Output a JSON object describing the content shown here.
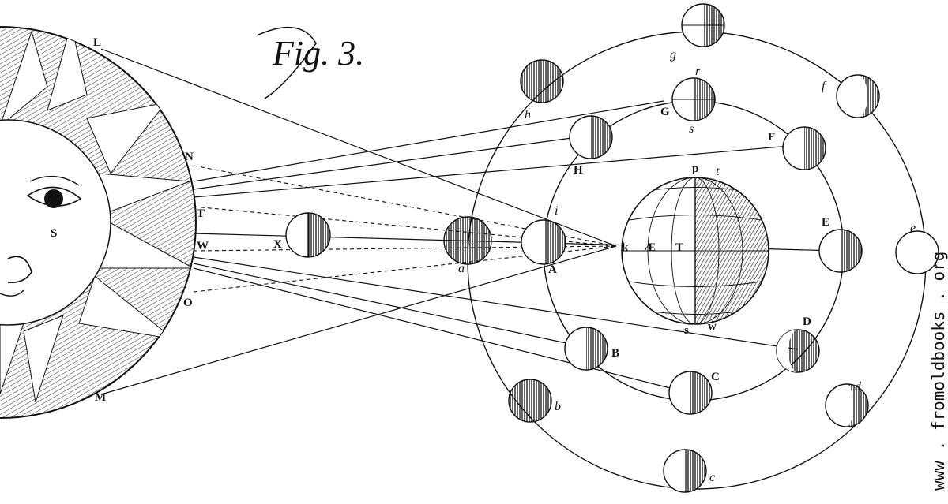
{
  "figure": {
    "caption": "Fig. 3.",
    "sun_label": "S",
    "watermark": "www . fromoldbooks . org",
    "ink_color": "#111111",
    "paper_color": "#ffffff"
  },
  "sun_edge_labels": [
    "L",
    "N",
    "T",
    "W",
    "O",
    "M"
  ],
  "earth_labels": {
    "top_pole": "p",
    "top_right": "t",
    "bottom_pole": "s",
    "bottom_right": "w",
    "left_point": "k",
    "ae": "Æ",
    "center": "T"
  },
  "moon_orbit_labels": [
    "A",
    "B",
    "C",
    "D",
    "E",
    "F",
    "G",
    "H",
    "i",
    "r",
    "s",
    "X"
  ],
  "outer_orbit_labels": [
    "a",
    "b",
    "c",
    "d",
    "e",
    "f",
    "g",
    "h"
  ]
}
